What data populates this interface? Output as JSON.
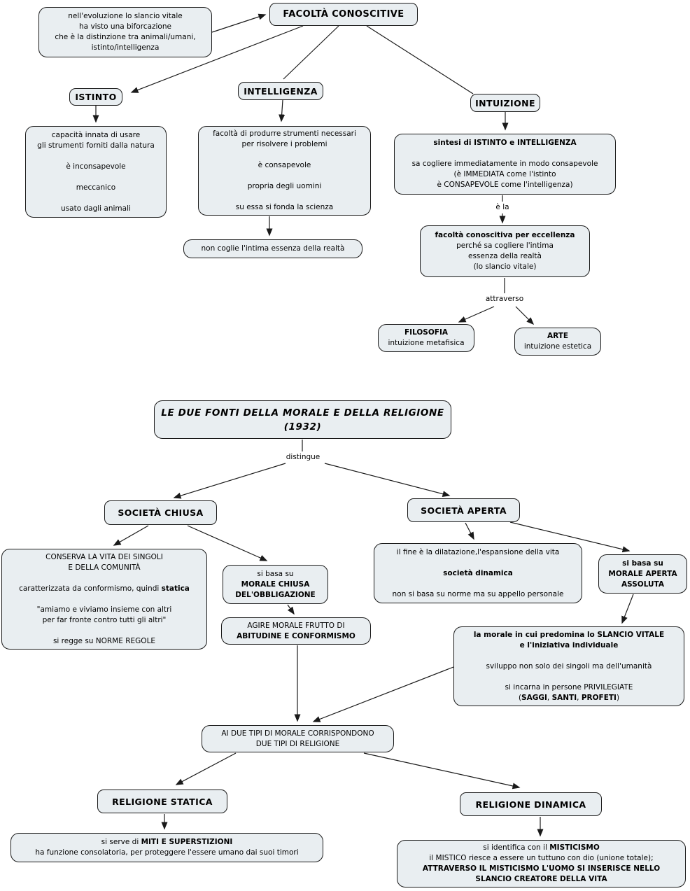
{
  "colors": {
    "background": "#ffffff",
    "node_fill": "#e9eef1",
    "node_border": "#1a1a1a",
    "text": "#000000"
  },
  "labels": {
    "e_la": "è la",
    "attraverso": "attraverso",
    "distingue": "distingue"
  },
  "nodes": {
    "evoluzione": {
      "lines": [
        "nell'evoluzione lo slancio vitale",
        "ha visto una biforcazione",
        "che è la distinzione tra animali/umani,",
        "istinto/intelligenza"
      ]
    },
    "facolta_conoscitive": {
      "title": "FACOLTÀ CONOSCITIVE"
    },
    "istinto": {
      "title": "ISTINTO"
    },
    "intelligenza": {
      "title": "INTELLIGENZA"
    },
    "intuizione": {
      "title": "INTUIZIONE"
    },
    "istinto_detail": {
      "lines": [
        "capacità innata di usare",
        "gli strumenti forniti dalla natura",
        "",
        "è inconsapevole",
        "",
        "meccanico",
        "",
        "usato dagli animali"
      ]
    },
    "intelligenza_detail": {
      "lines": [
        "facoltà di produrre strumenti necessari",
        "per risolvere i problemi",
        "",
        "è consapevole",
        "",
        "propria degli uomini",
        "",
        "su essa si fonda la scienza"
      ]
    },
    "non_coglie": {
      "lines": [
        "non coglie l'intima essenza della realtà"
      ]
    },
    "sintesi": {
      "lines": [
        {
          "text": "sintesi di ISTINTO e INTELLIGENZA",
          "bold": true
        },
        "",
        "sa cogliere immediatamente in modo consapevole",
        "(è IMMEDIATA come l'istinto",
        "è CONSAPEVOLE come l'intelligenza)"
      ]
    },
    "facolta_eccellenza": {
      "lines": [
        {
          "text": "facoltà conoscitiva per eccellenza",
          "bold": true
        },
        "perché sa cogliere l'intima",
        "essenza della realtà",
        "(lo slancio vitale)"
      ]
    },
    "filosofia": {
      "lines": [
        {
          "text": "FILOSOFIA",
          "bold": true
        },
        "intuizione metafisica"
      ]
    },
    "arte": {
      "lines": [
        {
          "text": "ARTE",
          "bold": true
        },
        "intuizione estetica"
      ]
    },
    "titolo_opera": {
      "lines": [
        "LE DUE FONTI DELLA MORALE E DELLA RELIGIONE",
        "(1932)"
      ]
    },
    "societa_chiusa": {
      "title": "SOCIETÀ CHIUSA"
    },
    "societa_aperta": {
      "title": "SOCIETÀ APERTA"
    },
    "conserva": {
      "lines": [
        "CONSERVA LA VITA DEI SINGOLI",
        "E DELLA COMUNITÀ",
        "",
        {
          "rich": [
            {
              "t": "caratterizzata da conformismo, quindi "
            },
            {
              "t": "statica",
              "b": true
            }
          ]
        },
        "",
        "\"amiamo e viviamo insieme con altri",
        "per far fronte contro tutti gli altri\"",
        "",
        "si regge su NORME REGOLE"
      ]
    },
    "morale_chiusa": {
      "lines": [
        "si basa su",
        {
          "text": "MORALE CHIUSA",
          "bold": true
        },
        {
          "text": "DEL'OBBLIGAZIONE",
          "bold": true
        }
      ]
    },
    "agire_morale": {
      "lines": [
        "AGIRE MORALE FRUTTO DI",
        {
          "text": "ABITUDINE E CONFORMISMO",
          "bold": true
        }
      ]
    },
    "il_fine": {
      "lines": [
        "il fine è la dilatazione,l'espansione della vita",
        "",
        {
          "text": "società dinamica",
          "bold": true
        },
        "",
        "non si basa su norme ma su appello personale"
      ]
    },
    "morale_aperta": {
      "lines": [
        {
          "text": "si basa su",
          "bold": true
        },
        {
          "text": "MORALE APERTA",
          "bold": true
        },
        {
          "text": "ASSOLUTA",
          "bold": true
        }
      ]
    },
    "morale_slancio": {
      "lines": [
        {
          "text": "la morale in cui predomina lo SLANCIO VITALE",
          "bold": true
        },
        {
          "text": "e l'iniziativa individuale",
          "bold": true
        },
        "",
        "sviluppo non solo dei singoli ma dell'umanità",
        "",
        "si incarna in persone PRIVILEGIATE",
        {
          "rich": [
            {
              "t": "("
            },
            {
              "t": "SAGGI",
              "b": true
            },
            {
              "t": ", "
            },
            {
              "t": "SANTI",
              "b": true
            },
            {
              "t": ", "
            },
            {
              "t": "PROFETI",
              "b": true
            },
            {
              "t": ")"
            }
          ]
        }
      ]
    },
    "due_tipi": {
      "lines": [
        "AI DUE TIPI DI MORALE CORRISPONDONO",
        "DUE TIPI DI RELIGIONE"
      ]
    },
    "religione_statica": {
      "title": "RELIGIONE STATICA"
    },
    "religione_dinamica": {
      "title": "RELIGIONE DINAMICA"
    },
    "miti": {
      "lines": [
        {
          "rich": [
            {
              "t": "si serve di "
            },
            {
              "t": "MITI E SUPERSTIZIONI",
              "b": true
            }
          ]
        },
        "ha funzione consolatoria, per proteggere l'essere umano dai suoi timori"
      ]
    },
    "misticismo": {
      "lines": [
        {
          "rich": [
            {
              "t": "si identifica con il "
            },
            {
              "t": "MISTICISMO",
              "b": true
            }
          ]
        },
        "il MISTICO riesce a essere un tuttuno con dio (unione totale);",
        {
          "text": "ATTRAVERSO IL MISTICISMO L'UOMO SI INSERISCE NELLO",
          "bold": true
        },
        {
          "text": "SLANCIO CREATORE DELLA VITA",
          "bold": true
        }
      ]
    }
  }
}
